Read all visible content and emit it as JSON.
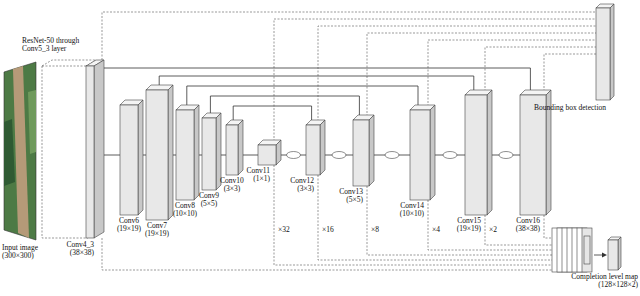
{
  "diagram": {
    "nodes": [
      {
        "text": [
          "Input image (300×300)"
        ]
      },
      {
        "text": [
          "ResNet-50 through Conv5_3 layer",
          "Conv4_3 (38×38)"
        ]
      },
      {
        "text": [
          "Conv6 (19×19)"
        ]
      },
      {
        "text": [
          "Conv7 (19×19)"
        ]
      },
      {
        "text": [
          "Conv8 (10×10)"
        ]
      },
      {
        "text": [
          "Conv9 (5×5)"
        ]
      },
      {
        "text": [
          "Conv10 (3×3)"
        ]
      },
      {
        "text": [
          "Conv11 (1×1)"
        ]
      },
      {
        "text": [
          "Conv12 (3×3)"
        ]
      },
      {
        "text": [
          "Conv13 (5×5)"
        ]
      },
      {
        "text": [
          "Conv14 (10×10)"
        ]
      },
      {
        "text": [
          "Conv15 (19×19)"
        ]
      },
      {
        "text": [
          "Conv16 (38×38)"
        ]
      },
      {
        "text": [
          "Bounding box detection"
        ]
      },
      {
        "text": [
          "Completion level map (128×128×2)"
        ]
      }
    ],
    "edges": [
      {
        "from": 1,
        "to": 2,
        "arrow": "none"
      },
      {
        "from": 2,
        "to": 3,
        "arrow": "none"
      },
      {
        "from": 3,
        "to": 4,
        "arrow": "none"
      },
      {
        "from": 4,
        "to": 5,
        "arrow": "none"
      },
      {
        "from": 5,
        "to": 6,
        "arrow": "none"
      },
      {
        "from": 6,
        "to": 7,
        "arrow": "none"
      },
      {
        "from": 7,
        "to": 8,
        "arrow": "none"
      },
      {
        "from": 8,
        "to": 9,
        "arrow": "none"
      },
      {
        "from": 9,
        "to": 10,
        "arrow": "none"
      },
      {
        "from": 10,
        "to": 11,
        "arrow": "none"
      },
      {
        "from": 11,
        "to": 12,
        "arrow": "none"
      },
      {
        "from": 1,
        "to": 12,
        "arrow": "none"
      },
      {
        "from": 3,
        "to": 11,
        "arrow": "none"
      },
      {
        "from": 4,
        "to": 10,
        "arrow": "none"
      },
      {
        "from": 5,
        "to": 9,
        "arrow": "none"
      },
      {
        "from": 6,
        "to": 8,
        "arrow": "none"
      },
      {
        "from": 1,
        "to": 13,
        "arrow": "none"
      },
      {
        "from": 7,
        "to": 13,
        "arrow": "none"
      },
      {
        "from": 8,
        "to": 13,
        "arrow": "none"
      },
      {
        "from": 9,
        "to": 13,
        "arrow": "none"
      },
      {
        "from": 10,
        "to": 13,
        "arrow": "none"
      },
      {
        "from": 11,
        "to": 13,
        "arrow": "none"
      },
      {
        "from": 12,
        "to": 13,
        "arrow": "none"
      }
    ],
    "labels": [
      "×32",
      "×16",
      "×8",
      "×4",
      "×2"
    ]
  }
}
